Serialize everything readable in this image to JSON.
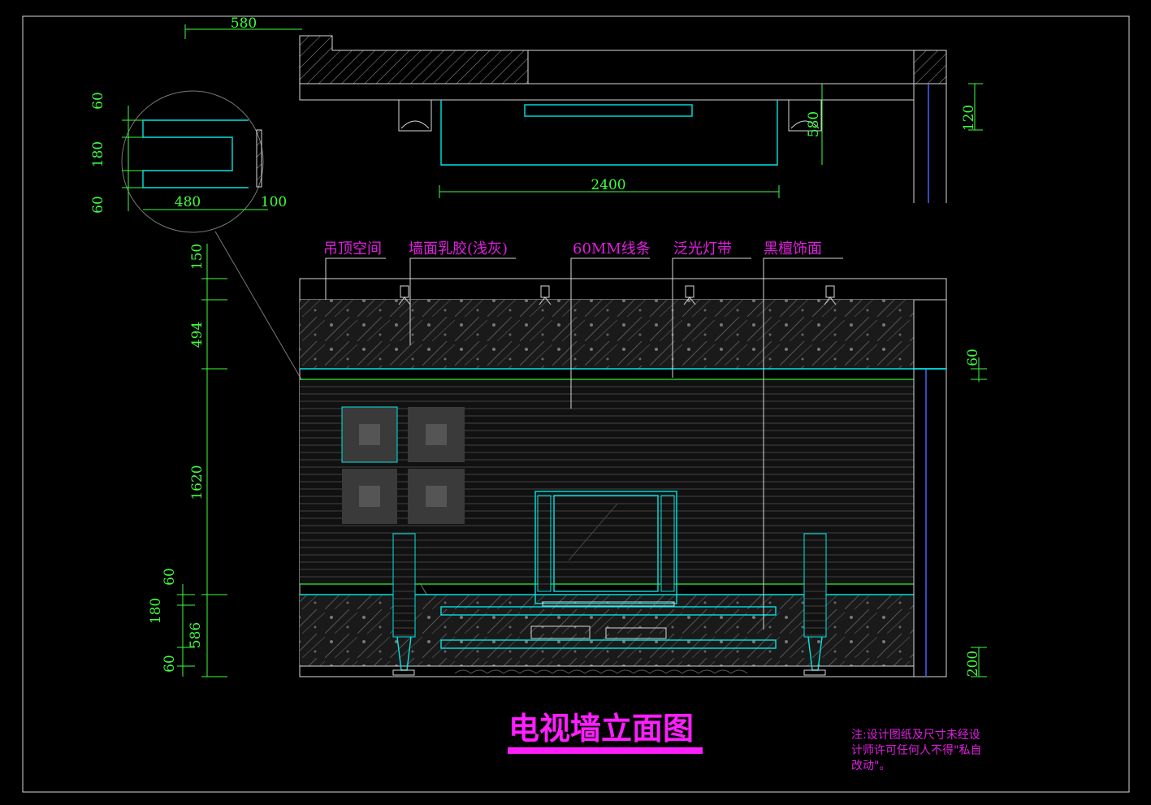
{
  "dimensions": {
    "top_580": "580",
    "plan_2400": "2400",
    "plan_580": "580",
    "plan_120": "120",
    "detail_60_top": "60",
    "detail_180": "180",
    "detail_60_bottom": "60",
    "detail_480": "480",
    "detail_100": "100",
    "left_150": "150",
    "left_494": "494",
    "left_1620": "1620",
    "left_60_a": "60",
    "left_180": "180",
    "left_586": "586",
    "left_60_b": "60",
    "right_60": "60",
    "right_200": "200"
  },
  "labels": {
    "ceiling_space": "吊顶空间",
    "wall_latex": "墙面乳胶(浅灰)",
    "line_60mm": "60MM线条",
    "flood_light": "泛光灯带",
    "black_sandal": "黑檀饰面"
  },
  "title": "电视墙立面图",
  "note": {
    "line1": "注:设计图纸及尺寸未经设",
    "line2": "计师许可任何人不得\"私自",
    "line3": "改动\"。"
  },
  "colors": {
    "background": "#000000",
    "lines": "#00e5e5",
    "dimensions": "#3cff3c",
    "labels": "#e01ee0"
  }
}
